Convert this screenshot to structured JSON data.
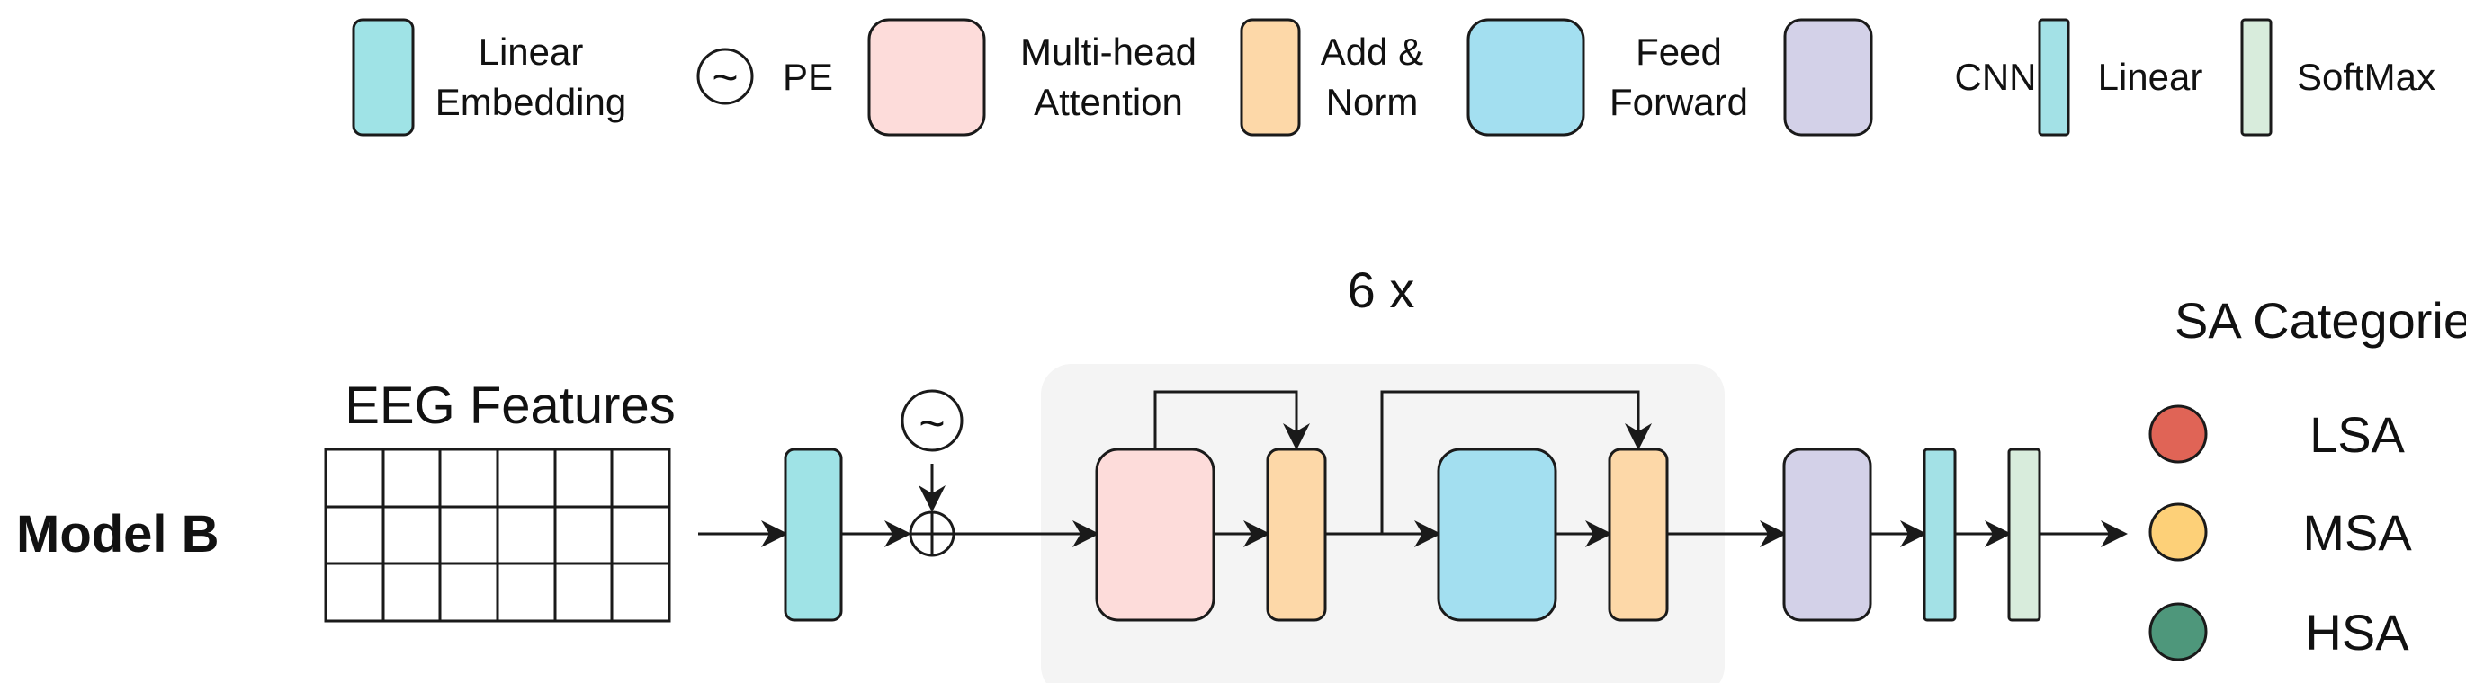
{
  "legend": {
    "linear_embedding": [
      "Linear",
      "Embedding"
    ],
    "pe": "PE",
    "pe_symbol": "~",
    "multi_head_attention": [
      "Multi-head",
      "Attention"
    ],
    "add_norm": [
      "Add &",
      "Norm"
    ],
    "feed_forward": [
      "Feed",
      "Forward"
    ],
    "cnn": "CNN",
    "linear": "Linear",
    "softmax": "SoftMax"
  },
  "diagram": {
    "model_label": "Model B",
    "input_label": "EEG Features",
    "repeat_label": "6 x",
    "output_title": "SA Categories",
    "categories": [
      "LSA",
      "MSA",
      "HSA"
    ]
  },
  "colors": {
    "linear_embedding": "#9fe3e6",
    "multi_head_attention": "#fddcda",
    "add_norm": "#fdd8a8",
    "feed_forward": "#a3dff0",
    "cnn": "#d3d1e8",
    "linear": "#a3e1e6",
    "softmax": "#d8ecdc",
    "encoder_background": "#f4f4f4",
    "lsa": "#e06456",
    "msa": "#fdd078",
    "hsa": "#4e977b",
    "stroke": "#1a1a1a"
  }
}
